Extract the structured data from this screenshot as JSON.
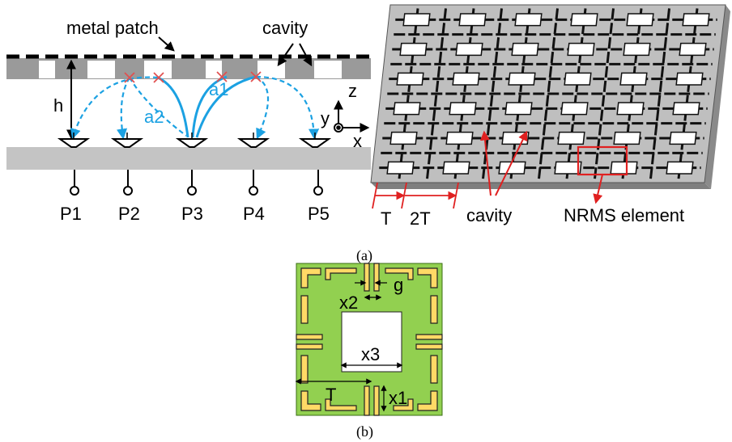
{
  "panel_a": {
    "left": {
      "metal_patch_label": "metal patch",
      "cavity_label": "cavity",
      "h_label": "h",
      "a1_label": "a1",
      "a2_label": "a2",
      "axes": {
        "z": "z",
        "y": "y",
        "x": "x"
      },
      "ports": [
        "P1",
        "P2",
        "P3",
        "P4",
        "P5"
      ]
    },
    "right": {
      "T_label": "T",
      "twoT_label": "2T",
      "cavity_label": "cavity",
      "nrms_label": "NRMS element"
    },
    "caption": "(a)"
  },
  "panel_b": {
    "labels": {
      "g": "g",
      "x2": "x2",
      "x3": "x3",
      "T": "T",
      "x1": "x1"
    },
    "caption": "(b)"
  },
  "colors": {
    "blue": "#1ba1e2",
    "red": "#e02020",
    "green": "#92d050",
    "yellow": "#ffd966",
    "gray": "#bfbfbf"
  }
}
